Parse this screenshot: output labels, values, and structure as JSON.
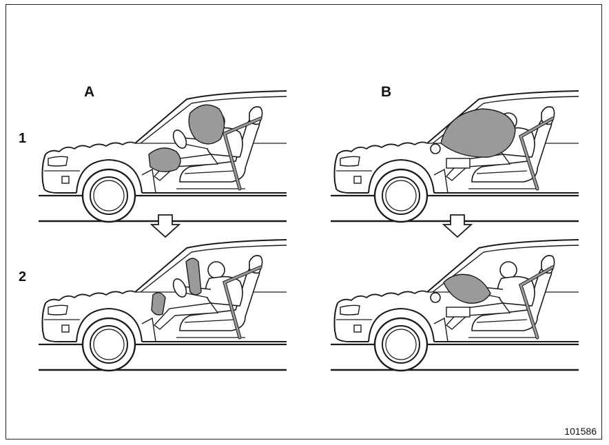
{
  "labels": {
    "column_a": "A",
    "column_b": "B",
    "row_1": "1",
    "row_2": "2"
  },
  "figure_id": "101586",
  "colors": {
    "line": "#1a1a1a",
    "airbag_fill": "#9a9a9a",
    "background": "#ffffff"
  },
  "icons": [
    "car-side-icon",
    "airbag-icon",
    "down-arrow-icon",
    "seat-belt-icon",
    "occupant-icon"
  ]
}
